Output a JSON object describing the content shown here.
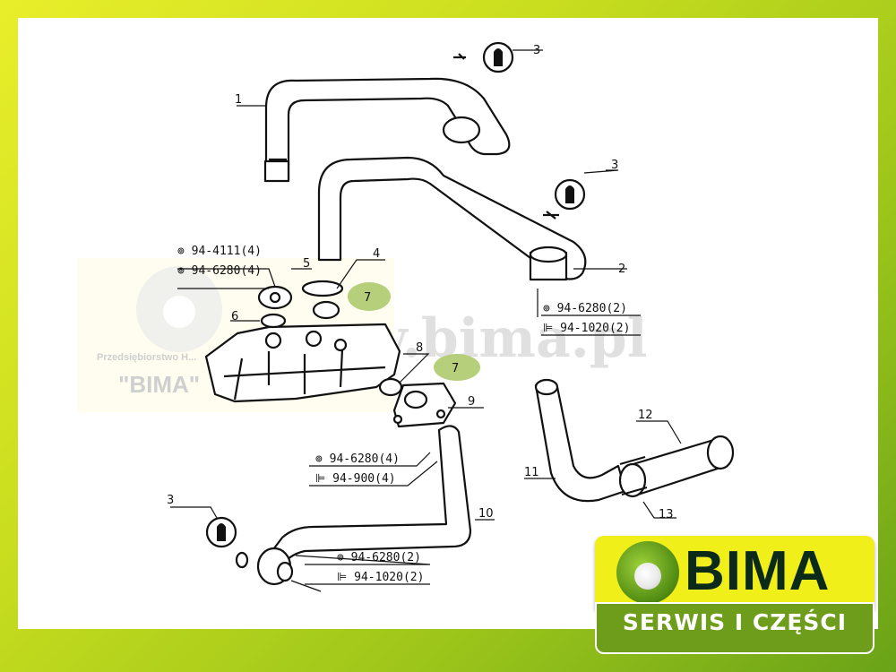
{
  "watermark": {
    "url": "www.bima.pl",
    "company_line": "Przedsiębiorstwo H...",
    "company_name": "\"BIMA\""
  },
  "parts": {
    "p1": "1",
    "p2": "2",
    "p3a": "3",
    "p3b": "3",
    "p3c": "3",
    "p4": "4",
    "p5": "5",
    "p6": "6",
    "p7a": "7",
    "p7b": "7",
    "p8": "8",
    "p9": "9",
    "p10": "10",
    "p11": "11",
    "p12": "12",
    "p13": "13"
  },
  "callouts": {
    "c_4111": "⊚ 94-4111(4)",
    "c_6280_4a": "⊚ 94-6280(4)",
    "c_6280_2a": "⊚ 94-6280(2)",
    "c_1020_2a": "⊫ 94-1020(2)",
    "c_6280_4b": "⊚ 94-6280(4)",
    "c_900_4": "⊫ 94-900(4)",
    "c_6280_2b": "⊚ 94-6280(2)",
    "c_1020_2b": "⊫ 94-1020(2)"
  },
  "highlight_color": "#b5cf7a",
  "badge": {
    "brand": "BIMA",
    "subtitle": "SERWIS I CZĘŚCI",
    "colors": {
      "top": "#f0ef1a",
      "bottom": "#6e9c1b",
      "text": "#0b2a1a"
    }
  }
}
